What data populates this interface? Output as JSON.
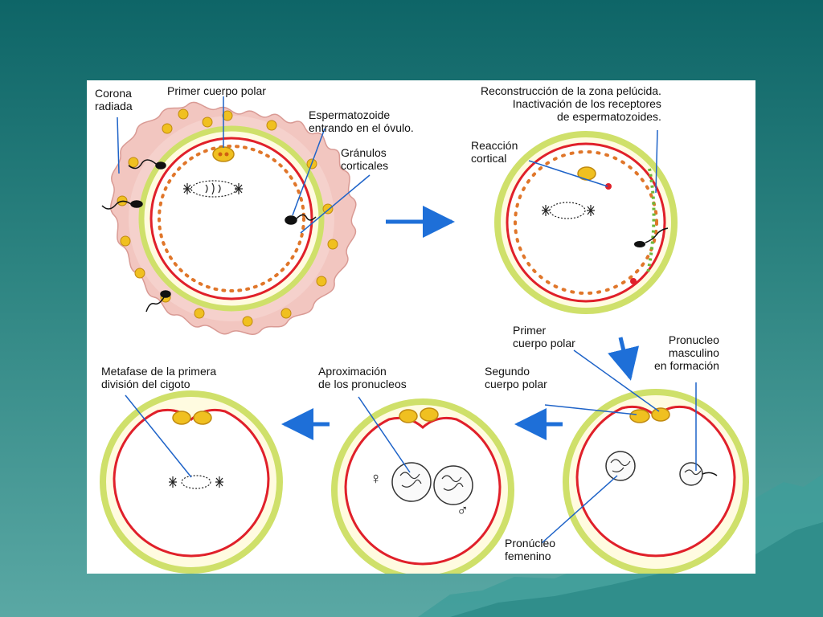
{
  "diagram": {
    "labels": {
      "corona_radiada": "Corona\nradiada",
      "primer_cuerpo_polar_1": "Primer cuerpo polar",
      "espermatozoide_entrando": "Espermatozoide\nentrando en el óvulo.",
      "granulos_corticales": "Gránulos\ncorticales",
      "reconstruccion": "Reconstrucción de la zona pelúcida.\nInactivación de los receptores\nde espermatozoides.",
      "reaccion_cortical": "Reacción\ncortical",
      "primer_cuerpo_polar_2": "Primer\ncuerpo polar",
      "pronucleo_masculino": "Pronucleo\nmasculino\nen formación",
      "segundo_cuerpo_polar": "Segundo\ncuerpo polar",
      "aproximacion": "Aproximación\nde los pronucleos",
      "metafase": "Metafase de la primera\ndivisión del cigoto",
      "pronucleo_femenino": "Pronúcleo\nfemenino"
    },
    "symbols": {
      "female": "♀",
      "male": "♂"
    },
    "colors": {
      "membrane": "#e0202a",
      "zona_pelucida": "#cfe06a",
      "corona": "#f2c6c0",
      "granules": "#e0762a",
      "polar_body": "#f0c020",
      "arrow": "#1e6fd8",
      "leader": "#1e63c8"
    }
  }
}
